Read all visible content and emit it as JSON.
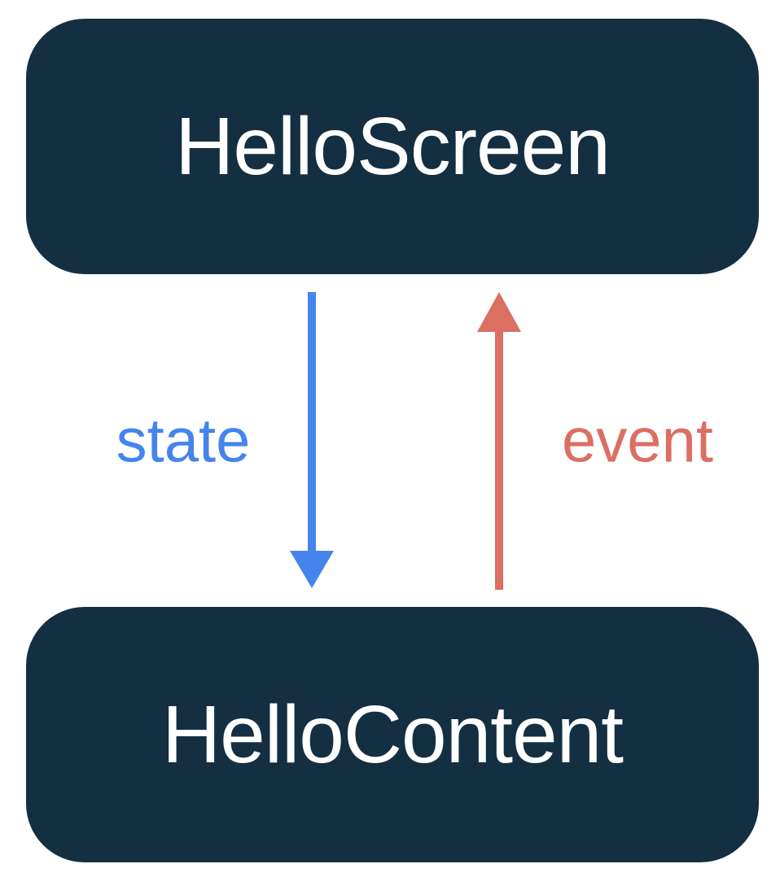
{
  "diagram": {
    "nodes": {
      "top": {
        "label": "HelloScreen"
      },
      "bottom": {
        "label": "HelloContent"
      }
    },
    "edges": {
      "state": {
        "label": "state",
        "direction": "down",
        "from": "HelloScreen",
        "to": "HelloContent"
      },
      "event": {
        "label": "event",
        "direction": "up",
        "from": "HelloContent",
        "to": "HelloScreen"
      }
    }
  },
  "colors": {
    "navy": "#142F42",
    "blue": "#4584EC",
    "red": "#DB6F62",
    "box-text": "#FFFFFF",
    "bg": "#FFFFFF"
  }
}
